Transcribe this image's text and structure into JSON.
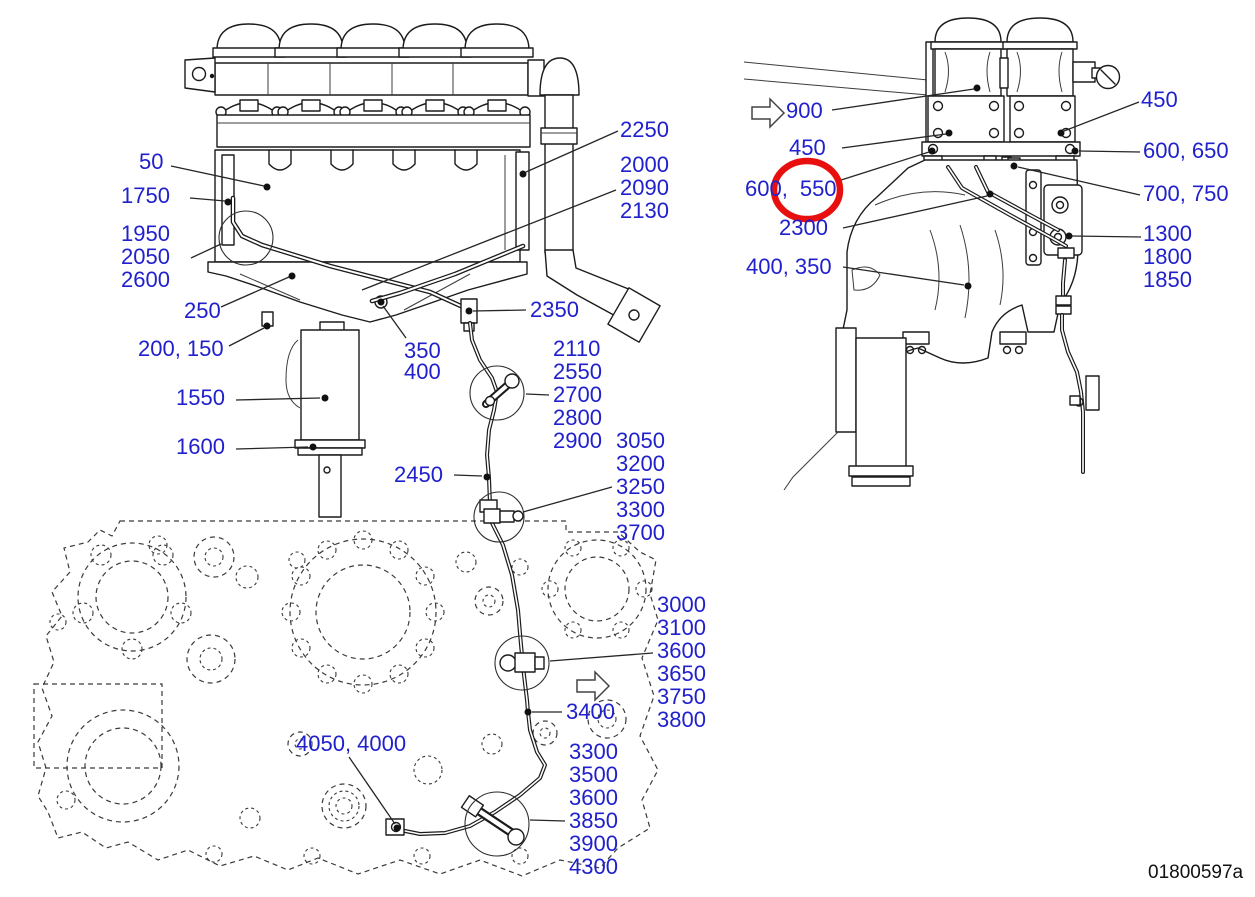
{
  "figure": {
    "code": "01800597a",
    "label_color": "#2020cc",
    "line_color": "#1b1b1b",
    "highlight": {
      "part": "550",
      "color": "#e8100f",
      "shape": "ellipse"
    },
    "icons": {
      "flow_arrow": "right-block-arrow",
      "flow_arrow_count": 2
    }
  },
  "labels": [
    {
      "text": "50"
    },
    {
      "text": "1750"
    },
    {
      "text": "1950"
    },
    {
      "text": "2050"
    },
    {
      "text": "2600"
    },
    {
      "text": "250"
    },
    {
      "text": "200, 150"
    },
    {
      "text": "1550"
    },
    {
      "text": "1600"
    },
    {
      "text": "350"
    },
    {
      "text": "400"
    },
    {
      "text": "2350"
    },
    {
      "text": "2450"
    },
    {
      "text": "2110"
    },
    {
      "text": "2550"
    },
    {
      "text": "2700"
    },
    {
      "text": "2800"
    },
    {
      "text": "2900"
    },
    {
      "text": "3050"
    },
    {
      "text": "3200"
    },
    {
      "text": "3250"
    },
    {
      "text": "3300"
    },
    {
      "text": "3700"
    },
    {
      "text": "2250"
    },
    {
      "text": "2000"
    },
    {
      "text": "2090"
    },
    {
      "text": "2130"
    },
    {
      "text": "3000"
    },
    {
      "text": "3100"
    },
    {
      "text": "3600"
    },
    {
      "text": "3650"
    },
    {
      "text": "3750"
    },
    {
      "text": "3800"
    },
    {
      "text": "3400"
    },
    {
      "text": "4050, 4000"
    },
    {
      "text": "3300"
    },
    {
      "text": "3500"
    },
    {
      "text": "3600"
    },
    {
      "text": "3850"
    },
    {
      "text": "3900"
    },
    {
      "text": "4300"
    },
    {
      "text": "900"
    },
    {
      "text": "450"
    },
    {
      "text": "600,"
    },
    {
      "text": "550"
    },
    {
      "text": "2300"
    },
    {
      "text": "400, 350"
    },
    {
      "text": "450"
    },
    {
      "text": "600, 650"
    },
    {
      "text": "700, 750"
    },
    {
      "text": "1300"
    },
    {
      "text": "1800"
    },
    {
      "text": "1850"
    }
  ]
}
